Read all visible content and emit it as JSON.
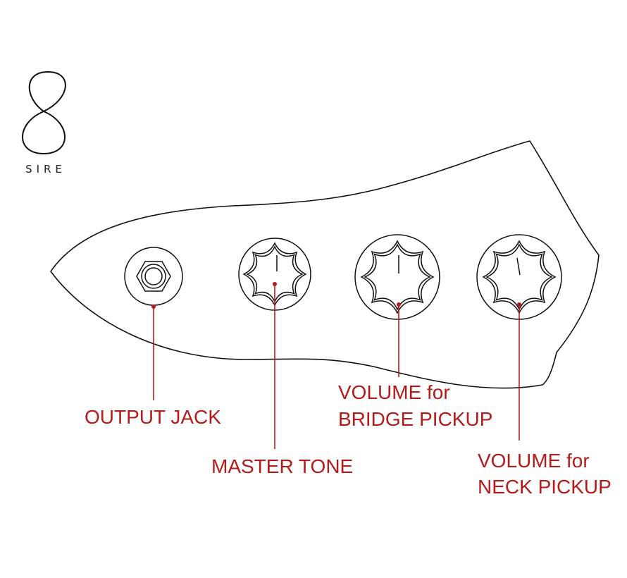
{
  "logo": {
    "brand_text": "SIRE"
  },
  "colors": {
    "label": "#b51b1b",
    "outline": "#111111",
    "background": "#ffffff"
  },
  "controls": {
    "output_jack": {
      "label": "OUTPUT JACK"
    },
    "master_tone": {
      "label": "MASTER TONE"
    },
    "volume_bridge": {
      "label_line1": "VOLUME for",
      "label_line2": "BRIDGE PICKUP"
    },
    "volume_neck": {
      "label_line1": "VOLUME for",
      "label_line2": "NECK PICKUP"
    }
  }
}
